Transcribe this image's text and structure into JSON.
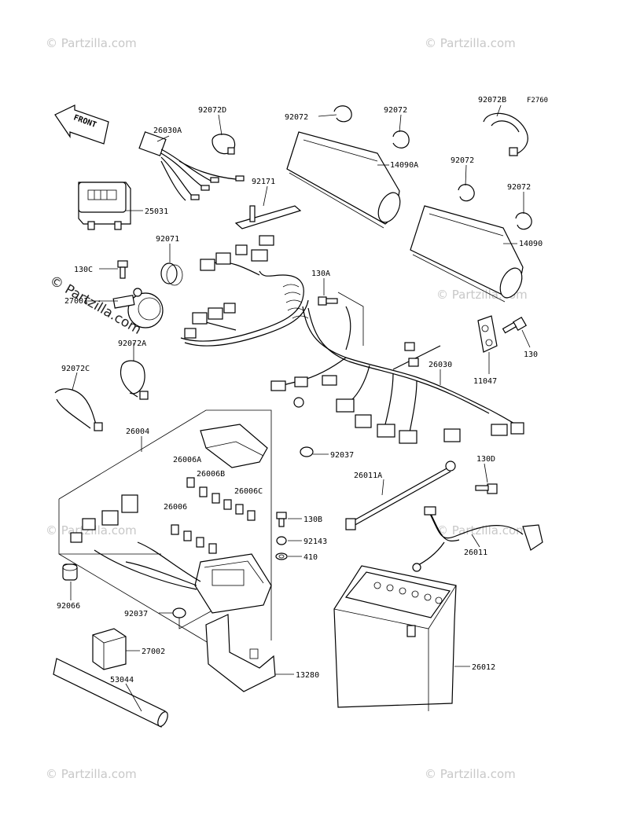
{
  "diagram": {
    "figure_code": "F2760",
    "front_arrow_text": "FRONT",
    "watermark_text": "© Partzilla.com",
    "watermark_main_text": "© Partzilla.com"
  },
  "parts": [
    {
      "id": "p26030A",
      "label": "26030A"
    },
    {
      "id": "p92072D",
      "label": "92072D"
    },
    {
      "id": "p92072a",
      "label": "92072"
    },
    {
      "id": "p92072b",
      "label": "92072"
    },
    {
      "id": "p92072B",
      "label": "92072B"
    },
    {
      "id": "p14090A",
      "label": "14090A"
    },
    {
      "id": "p92072c",
      "label": "92072"
    },
    {
      "id": "p92072d",
      "label": "92072"
    },
    {
      "id": "p25031",
      "label": "25031"
    },
    {
      "id": "p92171",
      "label": "92171"
    },
    {
      "id": "p14090",
      "label": "14090"
    },
    {
      "id": "p92071",
      "label": "92071"
    },
    {
      "id": "p130C",
      "label": "130C"
    },
    {
      "id": "p130A",
      "label": "130A"
    },
    {
      "id": "p27001",
      "label": "27001"
    },
    {
      "id": "p92072A",
      "label": "92072A"
    },
    {
      "id": "p130",
      "label": "130"
    },
    {
      "id": "p11047",
      "label": "11047"
    },
    {
      "id": "p26030",
      "label": "26030"
    },
    {
      "id": "p92072C",
      "label": "92072C"
    },
    {
      "id": "p26004",
      "label": "26004"
    },
    {
      "id": "p92037a",
      "label": "92037"
    },
    {
      "id": "p26006A",
      "label": "26006A"
    },
    {
      "id": "p26006B",
      "label": "26006B"
    },
    {
      "id": "p26006C",
      "label": "26006C"
    },
    {
      "id": "p130D",
      "label": "130D"
    },
    {
      "id": "p26011A",
      "label": "26011A"
    },
    {
      "id": "p26006",
      "label": "26006"
    },
    {
      "id": "p130B",
      "label": "130B"
    },
    {
      "id": "p92143",
      "label": "92143"
    },
    {
      "id": "p410",
      "label": "410"
    },
    {
      "id": "p26011",
      "label": "26011"
    },
    {
      "id": "p92066",
      "label": "92066"
    },
    {
      "id": "p92037b",
      "label": "92037"
    },
    {
      "id": "p27002",
      "label": "27002"
    },
    {
      "id": "p26012",
      "label": "26012"
    },
    {
      "id": "p13280",
      "label": "13280"
    },
    {
      "id": "p53044",
      "label": "53044"
    }
  ]
}
